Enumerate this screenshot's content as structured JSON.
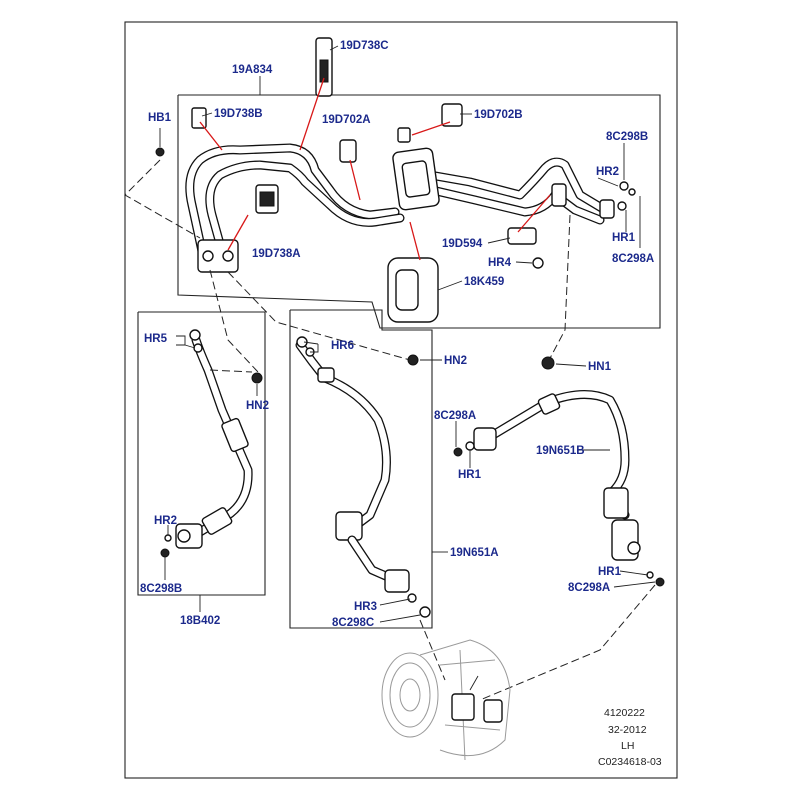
{
  "labels": {
    "p19D738C": "19D738C",
    "p19A834": "19A834",
    "pHB1": "HB1",
    "p19D738B": "19D738B",
    "p19D702A": "19D702A",
    "p19D702B": "19D702B",
    "p8C298B_top": "8C298B",
    "pHR2_top": "HR2",
    "pHR1_top": "HR1",
    "p8C298A_top": "8C298A",
    "p19D594": "19D594",
    "pHR4": "HR4",
    "p19D738A": "19D738A",
    "p18K459": "18K459",
    "pHR5": "HR5",
    "pHR6": "HR6",
    "pHN2_mid": "HN2",
    "pHN1": "HN1",
    "pHN2_left": "HN2",
    "p8C298A_right": "8C298A",
    "pHR1_right": "HR1",
    "p19N651B": "19N651B",
    "pHR2_left": "HR2",
    "p8C298B_left": "8C298B",
    "p18B402": "18B402",
    "p19N651A": "19N651A",
    "pHR3": "HR3",
    "p8C298C": "8C298C",
    "pHR1_low": "HR1",
    "p8C298A_low": "8C298A"
  },
  "caption": {
    "line1": "4120222",
    "line2": "32-2012",
    "line3": "LH",
    "line4": "C0234618-03"
  }
}
